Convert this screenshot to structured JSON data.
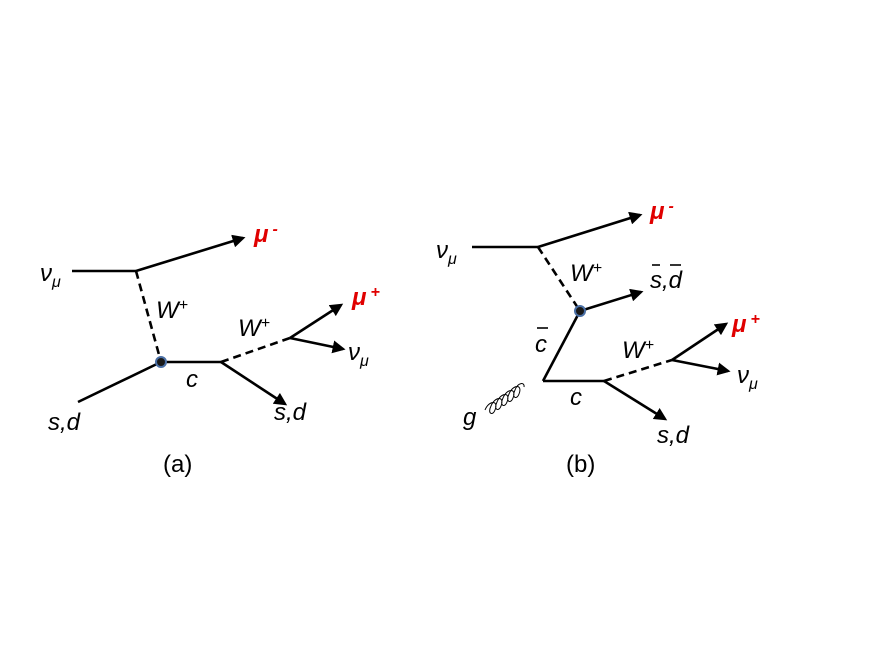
{
  "diagram_a": {
    "caption": "(a)",
    "labels": {
      "nu": "ν",
      "nu_sub": "μ",
      "mu_minus": "μ",
      "mu_minus_sup": "-",
      "w_left": "W",
      "w_left_sup": "+",
      "w_right": "W",
      "w_right_sup": "+",
      "mu_plus": "μ",
      "mu_plus_sup": "+",
      "nu_out": "ν",
      "nu_out_sub": "μ",
      "c": "c",
      "s_d_in": "s,d",
      "s_d_out": "s,d"
    }
  },
  "diagram_b": {
    "caption": "(b)",
    "labels": {
      "nu": "ν",
      "nu_sub": "μ",
      "mu_minus": "μ",
      "mu_minus_sup": "-",
      "w_top": "W",
      "w_top_sup": "+",
      "sbar_dbar": "s,d",
      "cbar": "c",
      "w_right": "W",
      "w_right_sup": "+",
      "mu_plus": "μ",
      "mu_plus_sup": "+",
      "nu_out": "ν",
      "nu_out_sub": "μ",
      "c": "c",
      "g": "g",
      "s_d_out": "s,d"
    }
  },
  "colors": {
    "muon_label": "#e00000",
    "vertex_fill": "#1a1a1a",
    "vertex_stroke": "#4a6fa5",
    "lines": "#000000"
  }
}
